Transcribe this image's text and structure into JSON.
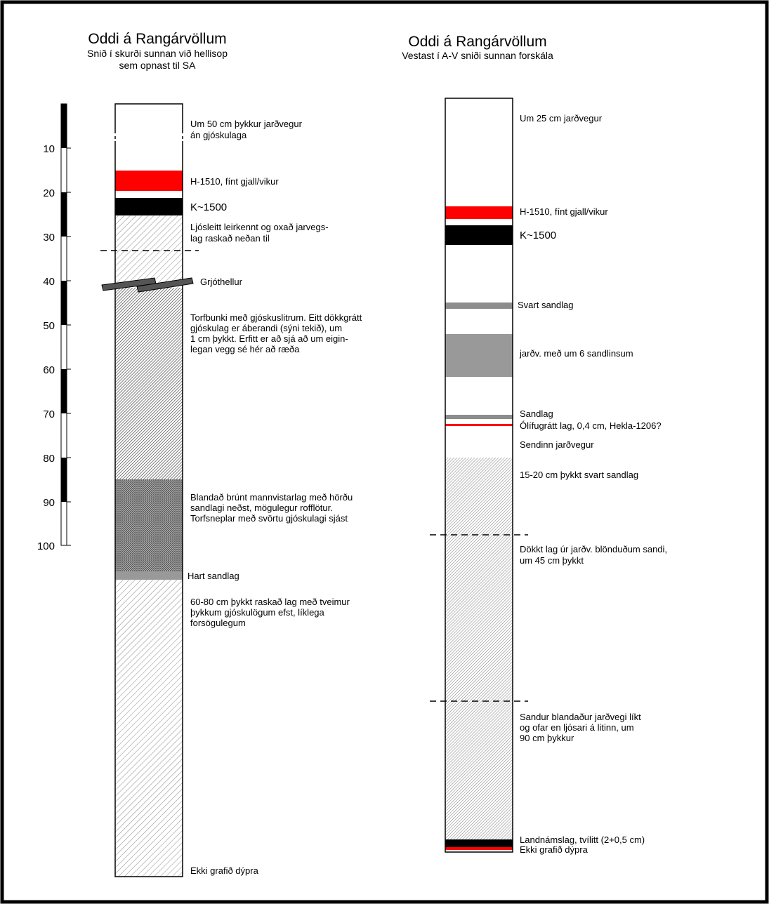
{
  "left_profile": {
    "title": "Oddi á Rangárvöllum",
    "subtitle_lines": [
      "Snið í skurði sunnan við hellisop",
      "sem opnast til SA"
    ],
    "labels": {
      "soil_top": [
        "Um 50 cm þykkur jarðvegur",
        "án gjóskulaga"
      ],
      "h1510": "H-1510, fínt gjall/vikur",
      "k1500": "K~1500",
      "light_layer": [
        "Ljósleitt leirkennt og oxað jarvegs-",
        "lag raskað neðan til"
      ],
      "stones": "Grjóthellur",
      "turf": [
        "Torfbunki með gjóskuslitrum. Eitt dökkgrátt",
        "gjóskulag er áberandi (sýni tekið), um",
        "1 cm þykkt. Erfitt er að sjá að um eigin-",
        "legan vegg sé hér að ræða"
      ],
      "mixed": [
        "Blandað brúnt mannvistarlag með hörðu",
        "sandlagi neðst, mögulegur rofflötur.",
        "Torfsneplar með svörtu gjóskulagi sjást"
      ],
      "hard_sand": "Hart sandlag",
      "disturbed": [
        "60-80 cm þykkt raskað lag með tveimur",
        "þykkum gjóskulögum efst, líklega",
        "forsögulegum"
      ],
      "bottom": "Ekki grafið dýpra"
    }
  },
  "right_profile": {
    "title": "Oddi á Rangárvöllum",
    "subtitle_lines": [
      "Vestast í A-V sniði sunnan forskála"
    ],
    "labels": {
      "soil_top": "Um 25 cm jarðvegur",
      "h1510": "H-1510, fínt gjall/vikur",
      "k1500": "K~1500",
      "black_sand": "Svart sandlag",
      "sand_lenses": "jarðv. með um 6 sandlinsum",
      "sand": "Sandlag",
      "olive": "Ólífugrátt lag, 0,4 cm, Hekla-1206?",
      "sandy_soil": "Sendinn jarðvegur",
      "thick_black": "15-20 cm þykkt svart sandlag",
      "dark": [
        "Dökkt lag úr jarðv. blönduðum sandi,",
        "um 45 cm þykkt"
      ],
      "sand_mixed": [
        "Sandur blandaður jarðvegi líkt",
        "og ofar en ljósari á litinn, um",
        "90 cm þykkur"
      ],
      "landnam": "Landnámslag, tvílitt (2+0,5 cm)",
      "bottom": "Ekki grafið dýpra"
    }
  },
  "scale": {
    "ticks": [
      "10",
      "20",
      "30",
      "40",
      "50",
      "60",
      "70",
      "80",
      "90",
      "100"
    ]
  },
  "colors": {
    "red": "#ff0000",
    "black": "#000000",
    "gray": "#999999"
  }
}
